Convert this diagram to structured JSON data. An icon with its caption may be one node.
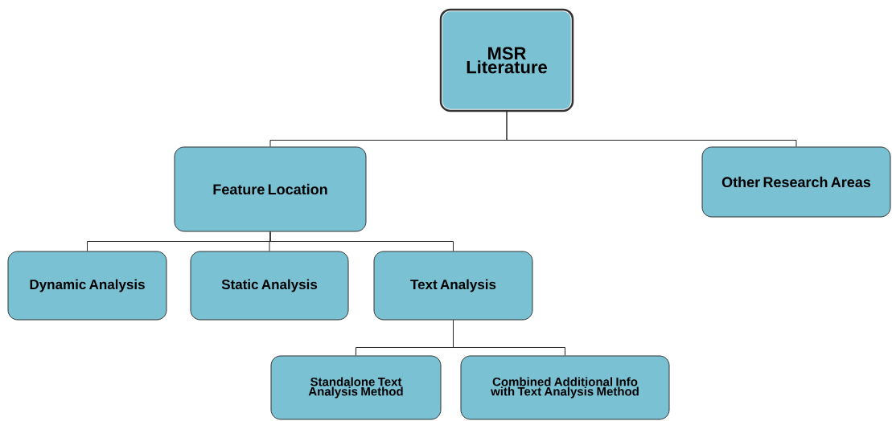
{
  "diagram": {
    "nodes": [
      {
        "text": [
          "MSR Literature"
        ]
      },
      {
        "text": [
          "Feature Location"
        ]
      },
      {
        "text": [
          "Other Research Areas"
        ]
      },
      {
        "text": [
          "Dynamic Analysis"
        ]
      },
      {
        "text": [
          "Static Analysis"
        ]
      },
      {
        "text": [
          "Text Analysis"
        ]
      },
      {
        "text": [
          "Standalone Text Analysis Method"
        ]
      },
      {
        "text": [
          "Combined Additional Info with Text Analysis Method"
        ]
      }
    ],
    "edges": [
      {
        "from": 0,
        "to": 1,
        "arrow": "none"
      },
      {
        "from": 0,
        "to": 2,
        "arrow": "none"
      },
      {
        "from": 1,
        "to": 3,
        "arrow": "none"
      },
      {
        "from": 1,
        "to": 4,
        "arrow": "none"
      },
      {
        "from": 1,
        "to": 5,
        "arrow": "none"
      },
      {
        "from": 5,
        "to": 6,
        "arrow": "none"
      },
      {
        "from": 5,
        "to": 7,
        "arrow": "none"
      }
    ]
  }
}
